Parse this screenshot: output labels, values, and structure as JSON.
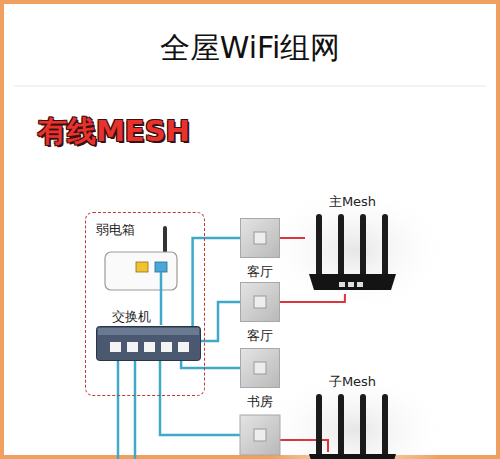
{
  "diagram": {
    "title": "全屋WiFi组网",
    "nodes": [
      {
        "text": [
          "弱电箱"
        ]
      },
      {
        "text": [
          "交换机"
        ],
        "in": 0
      },
      {
        "text": [
          "客厅"
        ]
      },
      {
        "text": [
          "客厅"
        ]
      },
      {
        "text": [
          "书房"
        ]
      },
      {
        "text": [
          "主Mesh"
        ]
      },
      {
        "text": [
          "子Mesh"
        ]
      }
    ],
    "edges": [
      {
        "from": 1,
        "to": 2,
        "arrow": "none"
      },
      {
        "from": 1,
        "to": 3,
        "arrow": "none"
      },
      {
        "from": 1,
        "to": 4,
        "arrow": "none"
      },
      {
        "from": 2,
        "to": 5,
        "arrow": "none"
      },
      {
        "from": 3,
        "to": 5,
        "arrow": "none"
      }
    ],
    "labels": [
      "有线MESH"
    ]
  }
}
